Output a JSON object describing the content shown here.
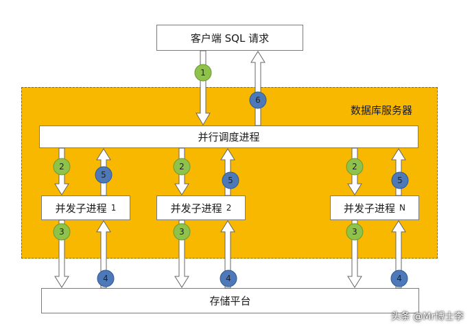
{
  "client": {
    "label": "客户端 SQL 请求"
  },
  "server": {
    "label": "数据库服务器"
  },
  "coordinator": {
    "label": "并行调度进程"
  },
  "workers": [
    {
      "label": "并发子进程",
      "index": "1"
    },
    {
      "label": "并发子进程",
      "index": "2"
    },
    {
      "label": "并发子进程",
      "index": "N"
    }
  ],
  "storage": {
    "label": "存储平台"
  },
  "steps": {
    "s1": "1",
    "s2": "2",
    "s3": "3",
    "s4": "4",
    "s5": "5",
    "s6": "6"
  },
  "colors": {
    "server_fill": "#f9b800",
    "badge_green": "#8fc24a",
    "badge_blue": "#4d79b8"
  },
  "watermark": "头条 @Mr博士李"
}
